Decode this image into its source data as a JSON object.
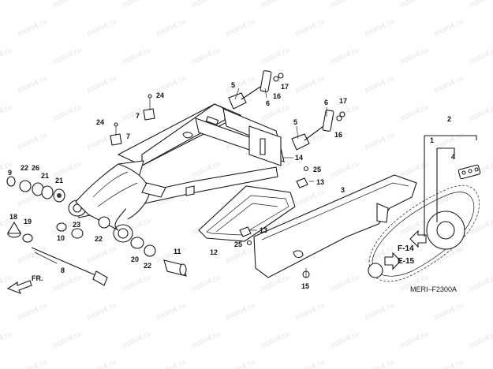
{
  "watermark": "moto4.ru",
  "diagram_code": "MERI–F2300A",
  "direction_label": "FR.",
  "refs": {
    "f14": "F-14",
    "e15": "E-15"
  },
  "callouts": [
    {
      "id": "c1",
      "text": "1"
    },
    {
      "id": "c2",
      "text": "2"
    },
    {
      "id": "c3",
      "text": "3"
    },
    {
      "id": "c4",
      "text": "4"
    },
    {
      "id": "c5a",
      "text": "5"
    },
    {
      "id": "c5b",
      "text": "5"
    },
    {
      "id": "c6a",
      "text": "6"
    },
    {
      "id": "c6b",
      "text": "6"
    },
    {
      "id": "c7a",
      "text": "7"
    },
    {
      "id": "c7b",
      "text": "7"
    },
    {
      "id": "c8",
      "text": "8"
    },
    {
      "id": "c9",
      "text": "9"
    },
    {
      "id": "c10",
      "text": "10"
    },
    {
      "id": "c11",
      "text": "11"
    },
    {
      "id": "c12",
      "text": "12"
    },
    {
      "id": "c13a",
      "text": "13"
    },
    {
      "id": "c13b",
      "text": "13"
    },
    {
      "id": "c14",
      "text": "14"
    },
    {
      "id": "c15",
      "text": "15"
    },
    {
      "id": "c16a",
      "text": "16"
    },
    {
      "id": "c16b",
      "text": "16"
    },
    {
      "id": "c17a",
      "text": "17"
    },
    {
      "id": "c17b",
      "text": "17"
    },
    {
      "id": "c18",
      "text": "18"
    },
    {
      "id": "c19",
      "text": "19"
    },
    {
      "id": "c20",
      "text": "20"
    },
    {
      "id": "c21a",
      "text": "21"
    },
    {
      "id": "c21b",
      "text": "21"
    },
    {
      "id": "c22a",
      "text": "22"
    },
    {
      "id": "c22b",
      "text": "22"
    },
    {
      "id": "c22c",
      "text": "22"
    },
    {
      "id": "c23",
      "text": "23"
    },
    {
      "id": "c24a",
      "text": "24"
    },
    {
      "id": "c24b",
      "text": "24"
    },
    {
      "id": "c25a",
      "text": "25"
    },
    {
      "id": "c25b",
      "text": "25"
    },
    {
      "id": "c26",
      "text": "26"
    }
  ]
}
